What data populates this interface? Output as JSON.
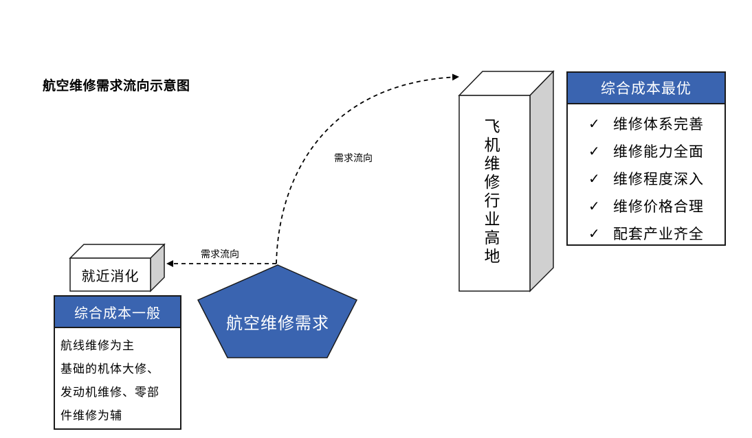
{
  "title": "航空维修需求流向示意图",
  "arrow_labels": {
    "upper": "需求流向",
    "lower": "需求流向"
  },
  "near_box": {
    "label": "就近消化"
  },
  "source": {
    "label": "航空维修需求"
  },
  "tower": {
    "chars": [
      "飞",
      "机",
      "维",
      "修",
      "行",
      "业",
      "高",
      "地"
    ]
  },
  "right_panel": {
    "heading": "综合成本最优",
    "check_glyph": "✓",
    "items": [
      "维修体系完善",
      "维修能力全面",
      "维修程度深入",
      "维修价格合理",
      "配套产业齐全"
    ]
  },
  "left_panel": {
    "heading": "综合成本一般",
    "lines": [
      "航线维修为主",
      "基础的机体大修、",
      "发动机维修、零部",
      "件维修为辅"
    ]
  },
  "colors": {
    "accent_blue": "#3a64b0",
    "box_side_gray": "#d0d0d0",
    "border": "#1a1a1a"
  }
}
